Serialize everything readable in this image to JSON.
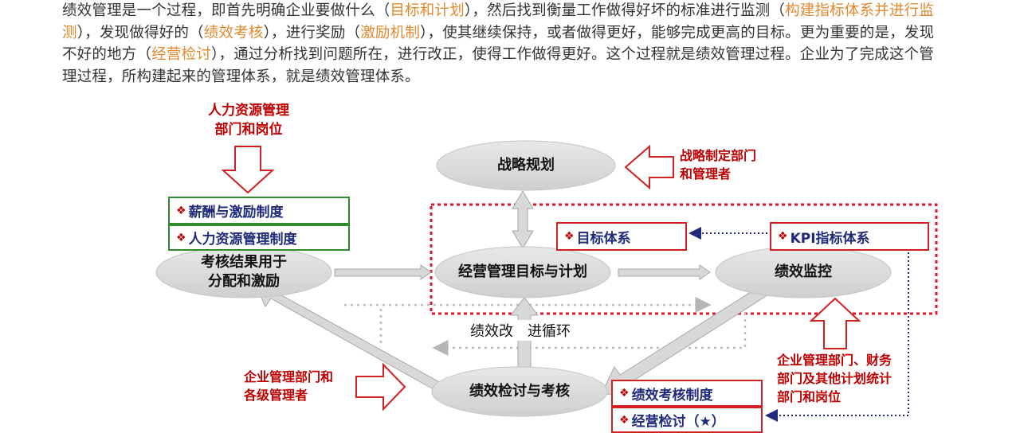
{
  "intro": {
    "p1": "绩效管理是一个过程，即首先明确企业要做什么（",
    "h1": "目标和计划",
    "p2": "），然后找到衡量工作做得好坏的标准进行监测（",
    "h2": "构建指标体系并进行监测",
    "p3": "），发现做得好的（",
    "h3": "绩效考核",
    "p4": "），进行奖励（",
    "h4": "激励机制",
    "p5": "），使其继续保持，或者做得更好，能够完成更高的目标。更为重要的是，发现不好的地方（",
    "h5": "经营检讨",
    "p6": "），通过分析找到问题所在，进行改正，使得工作做得更好。这个过程就是绩效管理过程。企业为了完成这个管理过程，所构建起来的管理体系，就是绩效管理体系。",
    "highlight_color": "#e3882c"
  },
  "diagram": {
    "nodes": {
      "strategy": "战略规划",
      "plan": "经营管理目标与计划",
      "monitor": "绩效监控",
      "review": "绩效检讨与考核",
      "apply": "考核结果用于分配和激励",
      "apply_line1": "考核结果用于",
      "apply_line2": "分配和激励"
    },
    "boxes": {
      "salary": "薪酬与激励制度",
      "hr_system": "人力资源管理制度",
      "target_system": "目标体系",
      "kpi_system": "KPI指标体系",
      "perf_system": "绩效考核制度",
      "biz_review": "经营检讨（★）"
    },
    "actors": {
      "hr_line1": "人力资源管理",
      "hr_line2": "部门和岗位",
      "strategy_line1": "战略制定部门",
      "strategy_line2": "和管理者",
      "mgmt_line1": "企业管理部门和",
      "mgmt_line2": "各级管理者",
      "finance_line1": "企业管理部门、财务",
      "finance_line2": "部门及其他计划统计",
      "finance_line3": "部门和岗位"
    },
    "cycle_label": "绩效改　进循环",
    "bullet": "❖",
    "colors": {
      "actor_red": "#c00000",
      "box_text": "#1f2a7a",
      "green_border": "#2e8b2e",
      "red_border": "#d21f1f",
      "ellipse_fill": "#dcdcdc"
    }
  }
}
